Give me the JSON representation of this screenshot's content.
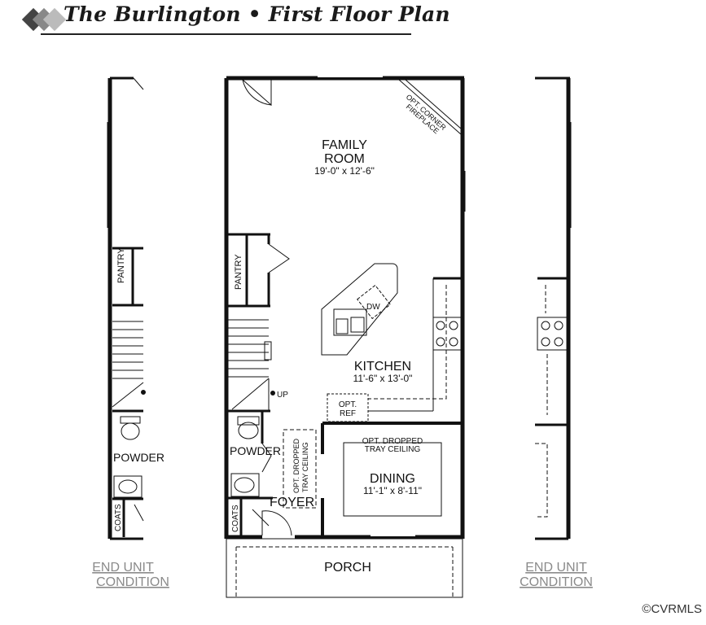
{
  "title": "The Burlington • First Floor Plan",
  "watermark": "©CVRMLS",
  "rooms": {
    "family_room": {
      "name_line1": "FAMILY",
      "name_line2": "ROOM",
      "dimensions": "19'-0\" x 12'-6\""
    },
    "kitchen": {
      "name": "KITCHEN",
      "dimensions": "11'-6\" x 13'-0\""
    },
    "dining": {
      "name": "DINING",
      "dimensions": "11'-1\" x 8'-11\""
    },
    "foyer": {
      "name": "FOYER"
    },
    "powder": {
      "name": "POWDER"
    },
    "pantry": {
      "name": "PANTRY"
    },
    "coats": {
      "name": "COATS"
    },
    "porch": {
      "name": "PORCH"
    }
  },
  "fixtures": {
    "dishwasher": "DW",
    "stairs_up": "UP",
    "opt_ref_line1": "OPT.",
    "opt_ref_line2": "REF",
    "opt_fireplace_line1": "OPT. CORNER",
    "opt_fireplace_line2": "FIREPLACE",
    "dining_ceiling_line1": "OPT. DROPPED",
    "dining_ceiling_line2": "TRAY CEILING",
    "foyer_ceiling_line1": "OPT. DROPPED",
    "foyer_ceiling_line2": "TRAY CEILING"
  },
  "end_unit": {
    "left": {
      "line1": "END UNIT",
      "line2": "CONDITION",
      "pantry": "PANTRY",
      "powder": "POWDER",
      "coats": "COATS"
    },
    "right": {
      "line1": "END UNIT",
      "line2": "CONDITION"
    }
  },
  "colors": {
    "wall": "#111111",
    "logo_dark": "#444444",
    "logo_light": "#aaaaaa",
    "end_unit_text": "#8a8a8a"
  }
}
